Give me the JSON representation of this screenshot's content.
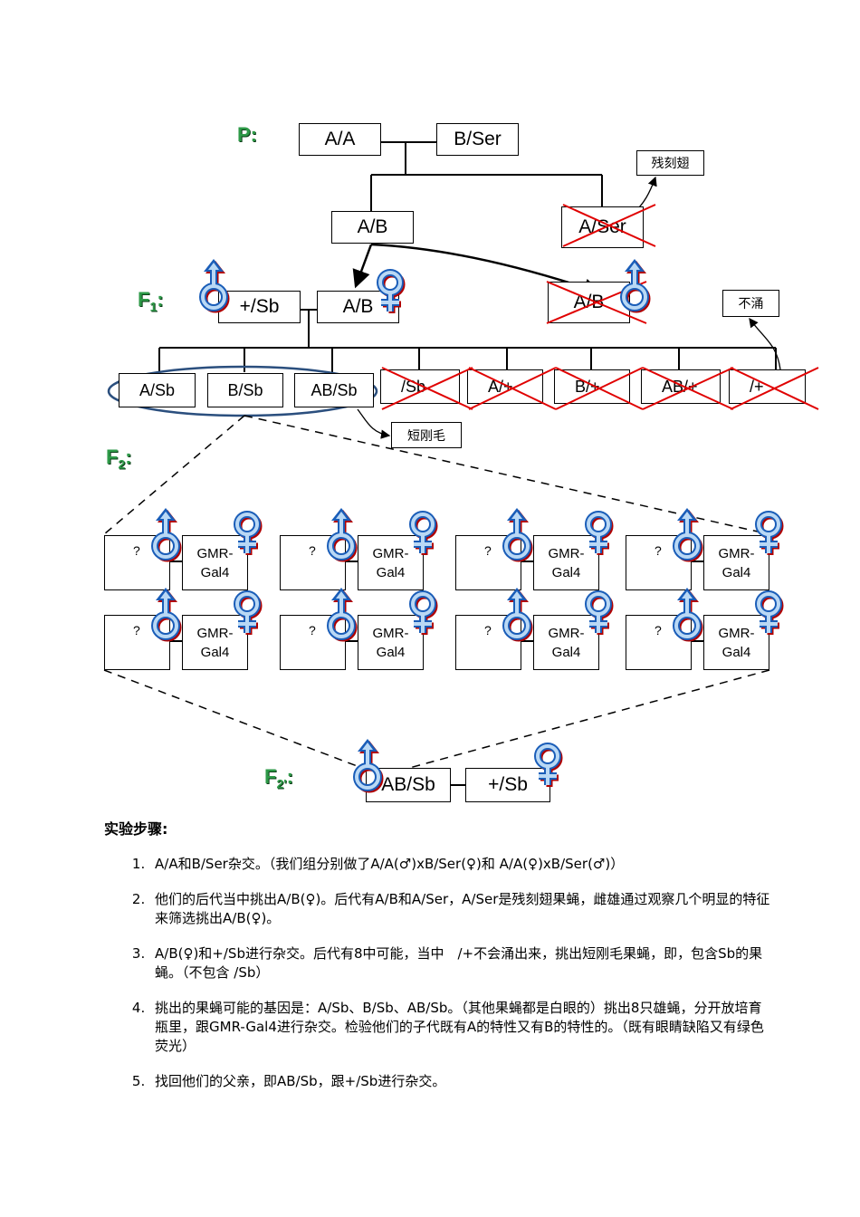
{
  "labels": {
    "p": "P:",
    "f1": "F",
    "f1_sub": "1",
    "f2": "F",
    "f2_sub": "2",
    "f2p": "F",
    "f2p_sub": "2'"
  },
  "p_gen": {
    "left": "A/A",
    "right": "B/Ser"
  },
  "p_children": {
    "kept": "A/B",
    "crossed": "A/Ser"
  },
  "notes": {
    "residual_wing": "残刻翅",
    "not_emerge": "不涌",
    "short_bristle": "短刚毛"
  },
  "f1_gen": {
    "male": "+/Sb",
    "female": "A/B",
    "crossed": "A/B"
  },
  "offspring": [
    "A/Sb",
    "B/Sb",
    "AB/Sb",
    "/Sb",
    "A/+",
    "B/+",
    "AB/+",
    "/+"
  ],
  "crosses": {
    "unknown": "?",
    "gmr_line1": "GMR-",
    "gmr_line2": "Gal4"
  },
  "final": {
    "male": "AB/Sb",
    "female": "+/Sb"
  },
  "steps": {
    "title": "实验步骤:",
    "items": [
      "A/A和B/Ser杂交。（我们组分别做了A/A(♂)xB/Ser(♀)和 A/A(♀)xB/Ser(♂)）",
      "他们的后代当中挑出A/B(♀)。后代有A/B和A/Ser，A/Ser是残刻翅果蝇，雌雄通过观察几个明显的特征来筛选挑出A/B(♀)。",
      "A/B(♀)和+/Sb进行杂交。后代有8中可能，当中　/+不会涌出来，挑出短刚毛果蝇，即，包含Sb的果蝇。（不包含 /Sb）",
      "挑出的果蝇可能的基因是：A/Sb、B/Sb、AB/Sb。（其他果蝇都是白眼的）挑出8只雄蝇，分开放培育瓶里，跟GMR-Gal4进行杂交。检验他们的子代既有A的特性又有B的特性的。（既有眼睛缺陷又有绿色荧光）",
      "找回他们的父亲，即AB/Sb，跟+/Sb进行杂交。"
    ]
  },
  "colors": {
    "generation_label": "#2e9a48",
    "cross_mark": "#e00000",
    "ellipse": "#2b4f7e",
    "symbol_fill": "#8cbbe6",
    "symbol_stroke": "#1a5db8",
    "symbol_shadow": "#c00000"
  },
  "icons": [
    "male-symbol-icon",
    "female-symbol-icon",
    "cross-out-icon",
    "arrow-icon"
  ]
}
